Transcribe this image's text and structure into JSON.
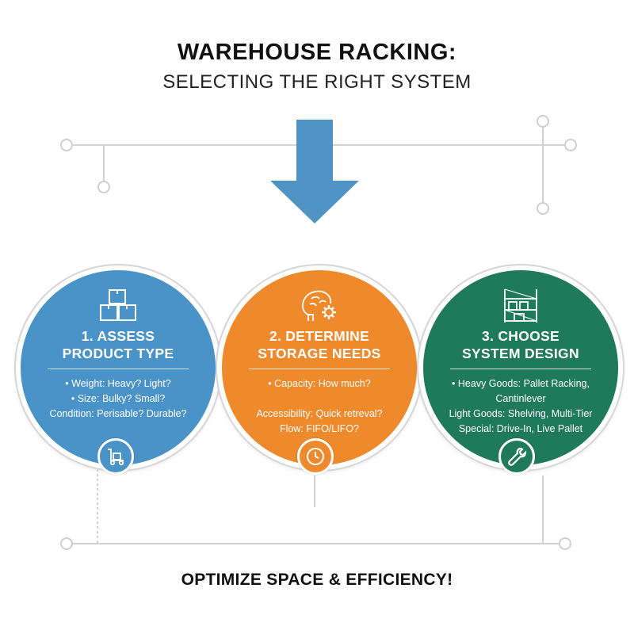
{
  "header": {
    "title": "WAREHOUSE RACKING:",
    "subtitle": "SELECTING THE RIGHT SYSTEM"
  },
  "colors": {
    "blue": "#4a93c9",
    "orange": "#ef8a2c",
    "green": "#1f7a5c",
    "arrow": "#4f94c4",
    "connector": "#d2d2d2"
  },
  "steps": [
    {
      "heading_line1": "1. ASSESS",
      "heading_line2": "PRODUCT TYPE",
      "top_icon": "boxes-icon",
      "badge_icon": "hand-truck-icon",
      "bullets": [
        "• Weight: Heavy? Light?",
        "• Size: Bulky? Small?",
        "Condition: Perisable? Durable?"
      ]
    },
    {
      "heading_line1": "2. DETERMINE",
      "heading_line2": "STORAGE NEEDS",
      "top_icon": "brain-gear-icon",
      "badge_icon": "clock-icon",
      "bullets": [
        "• Capacity: How much?",
        "",
        "Accessibility: Quick retreval?",
        "Flow: FIFO/LIFO?"
      ]
    },
    {
      "heading_line1": "3. CHOOSE",
      "heading_line2": "SYSTEM DESIGN",
      "top_icon": "rack-icon",
      "badge_icon": "wrench-icon",
      "bullets": [
        "• Heavy Goods: Pallet Racking,",
        "Cantinlever",
        "Light Goods: Shelving, Multi-Tier",
        "Special: Drive-In, Live Pallet"
      ]
    }
  ],
  "footer": {
    "text": "OPTIMIZE SPACE & EFFICIENCY!"
  }
}
